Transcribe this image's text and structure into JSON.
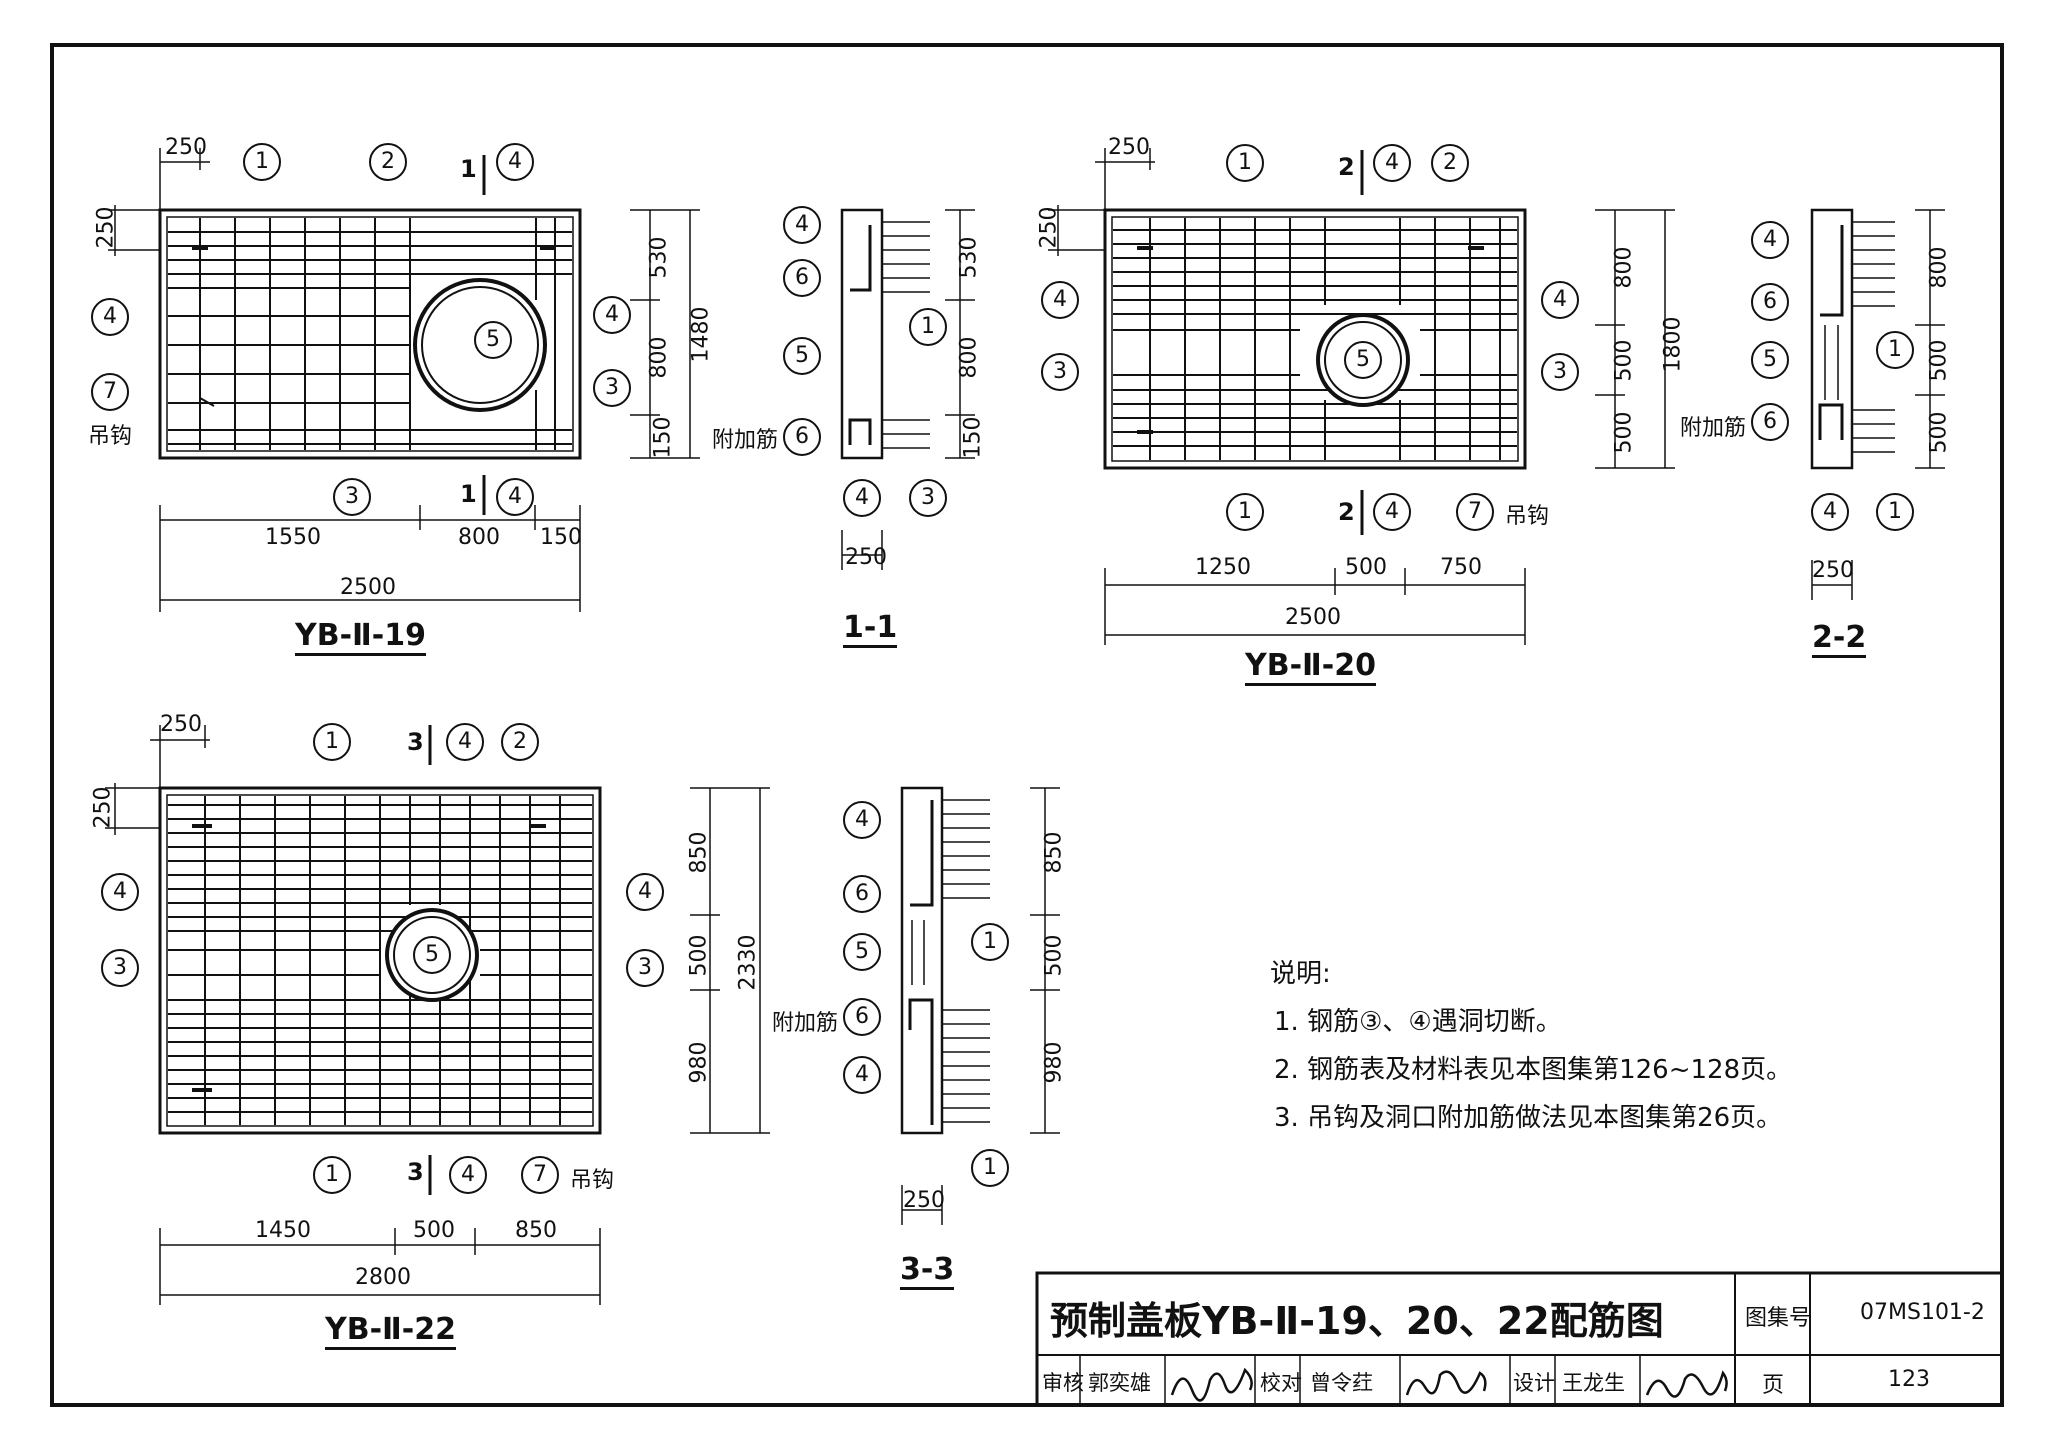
{
  "drawings": {
    "yb19": {
      "title": "YB-Ⅱ-19",
      "dims": {
        "d250a": "250",
        "d250b": "250",
        "d530": "530",
        "d800v": "800",
        "d150v": "150",
        "d1480": "1480",
        "d1550": "1550",
        "d800h": "800",
        "d150h": "150",
        "d2500": "2500"
      },
      "cut": "1",
      "hook": "吊钩"
    },
    "sec11": {
      "title": "1-1",
      "dims": {
        "d530": "530",
        "d800": "800",
        "d150": "150",
        "d250": "250"
      },
      "extra": "附加筋"
    },
    "yb20": {
      "title": "YB-Ⅱ-20",
      "dims": {
        "d250a": "250",
        "d250b": "250",
        "d800": "800",
        "d500": "500",
        "d500b": "500",
        "d1800": "1800",
        "d1250": "1250",
        "d500h": "500",
        "d750": "750",
        "d2500": "2500"
      },
      "cut": "2",
      "hook": "吊钩"
    },
    "sec22": {
      "title": "2-2",
      "dims": {
        "d800": "800",
        "d500": "500",
        "d500b": "500",
        "d250": "250"
      },
      "extra": "附加筋"
    },
    "yb22": {
      "title": "YB-Ⅱ-22",
      "dims": {
        "d250a": "250",
        "d250b": "250",
        "d850": "850",
        "d500": "500",
        "d980": "980",
        "d2330": "2330",
        "d1450": "1450",
        "d500h": "500",
        "d850h": "850",
        "d2800": "2800"
      },
      "cut": "3",
      "hook": "吊钩"
    },
    "sec33": {
      "title": "3-3",
      "dims": {
        "d850": "850",
        "d500": "500",
        "d980": "980",
        "d250": "250"
      },
      "extra": "附加筋"
    }
  },
  "rebar_marks": [
    "1",
    "2",
    "3",
    "4",
    "5",
    "6",
    "7"
  ],
  "notes": {
    "heading": "说明:",
    "items": [
      "1. 钢筋③、④遇洞切断。",
      "2. 钢筋表及材料表见本图集第126~128页。",
      "3. 吊钩及洞口附加筋做法见本图集第26页。"
    ]
  },
  "title_block": {
    "title": "预制盖板YB-Ⅱ-19、20、22配筋图",
    "atlas_label": "图集号",
    "atlas_no": "07MS101-2",
    "review_label": "审核",
    "reviewer": "郭奕雄",
    "check_label": "校对",
    "checker": "曾令荭",
    "design_label": "设计",
    "designer": "王龙生",
    "page_label": "页",
    "page_no": "123"
  }
}
